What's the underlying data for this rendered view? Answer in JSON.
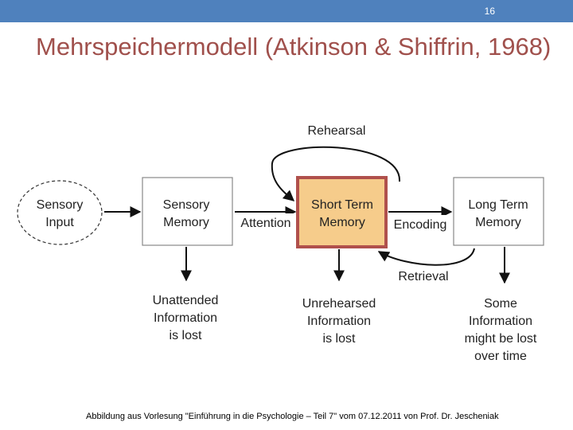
{
  "slide": {
    "number": "16",
    "title": "Mehrspeichermodell (Atkinson & Shiffrin, 1968)",
    "caption": "Abbildung aus Vorlesung \"Einführung in die Psychologie – Teil 7\" vom 07.12.2011 von Prof. Dr. Jescheniak"
  },
  "diagram": {
    "sensory_input": [
      "Sensory",
      "Input"
    ],
    "sensory_memory": [
      "Sensory",
      "Memory"
    ],
    "short_term_memory": [
      "Short Term",
      "Memory"
    ],
    "long_term_memory": [
      "Long Term",
      "Memory"
    ],
    "rehearsal": "Rehearsal",
    "attention": "Attention",
    "encoding": "Encoding",
    "retrieval": "Retrieval",
    "unattended": [
      "Unattended",
      "Information",
      "is lost"
    ],
    "unrehearsed": [
      "Unrehearsed",
      "Information",
      "is lost"
    ],
    "some_lost": [
      "Some",
      "Information",
      "might be lost",
      "over time"
    ]
  },
  "colors": {
    "header_bar": "#4f81bd",
    "title": "#a0504c",
    "stm_fill": "#f6cc8b",
    "stm_border": "#b0504c"
  }
}
